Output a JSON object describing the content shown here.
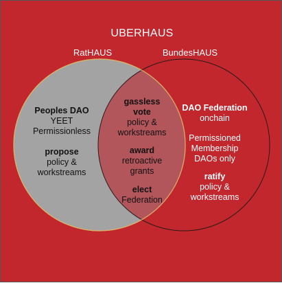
{
  "title": "UBERHAUS",
  "left_circle": {
    "label": "RatHAUS",
    "fill": "#a3a3a3",
    "stroke": "#d9b36a",
    "groups": [
      {
        "bold": "Peoples DAO",
        "lines": [
          "YEET",
          "Permissionless"
        ]
      },
      {
        "bold": "propose",
        "lines": [
          "policy &",
          "workstreams"
        ]
      }
    ]
  },
  "right_circle": {
    "label": "BundesHAUS",
    "stroke": "#2a1a1a",
    "groups": [
      {
        "bold": "DAO Federation",
        "lines": [
          "onchain"
        ]
      },
      {
        "bold": "",
        "lines": [
          "Permissioned",
          "Membership",
          "DAOs only"
        ]
      },
      {
        "bold": "ratify",
        "lines": [
          "policy &",
          "workstreams"
        ]
      }
    ]
  },
  "overlap": {
    "groups": [
      {
        "bold_lines": [
          "gassless",
          "vote"
        ],
        "lines": [
          "policy &",
          "workstreams"
        ]
      },
      {
        "bold": "award",
        "lines": [
          "retroactive",
          "grants"
        ]
      },
      {
        "bold": "elect",
        "lines": [
          "Federation"
        ]
      }
    ]
  },
  "colors": {
    "background": "#c1272d",
    "overlap_fill": "#b3565c",
    "text_light": "#ffffff",
    "text_dark": "#111111"
  }
}
